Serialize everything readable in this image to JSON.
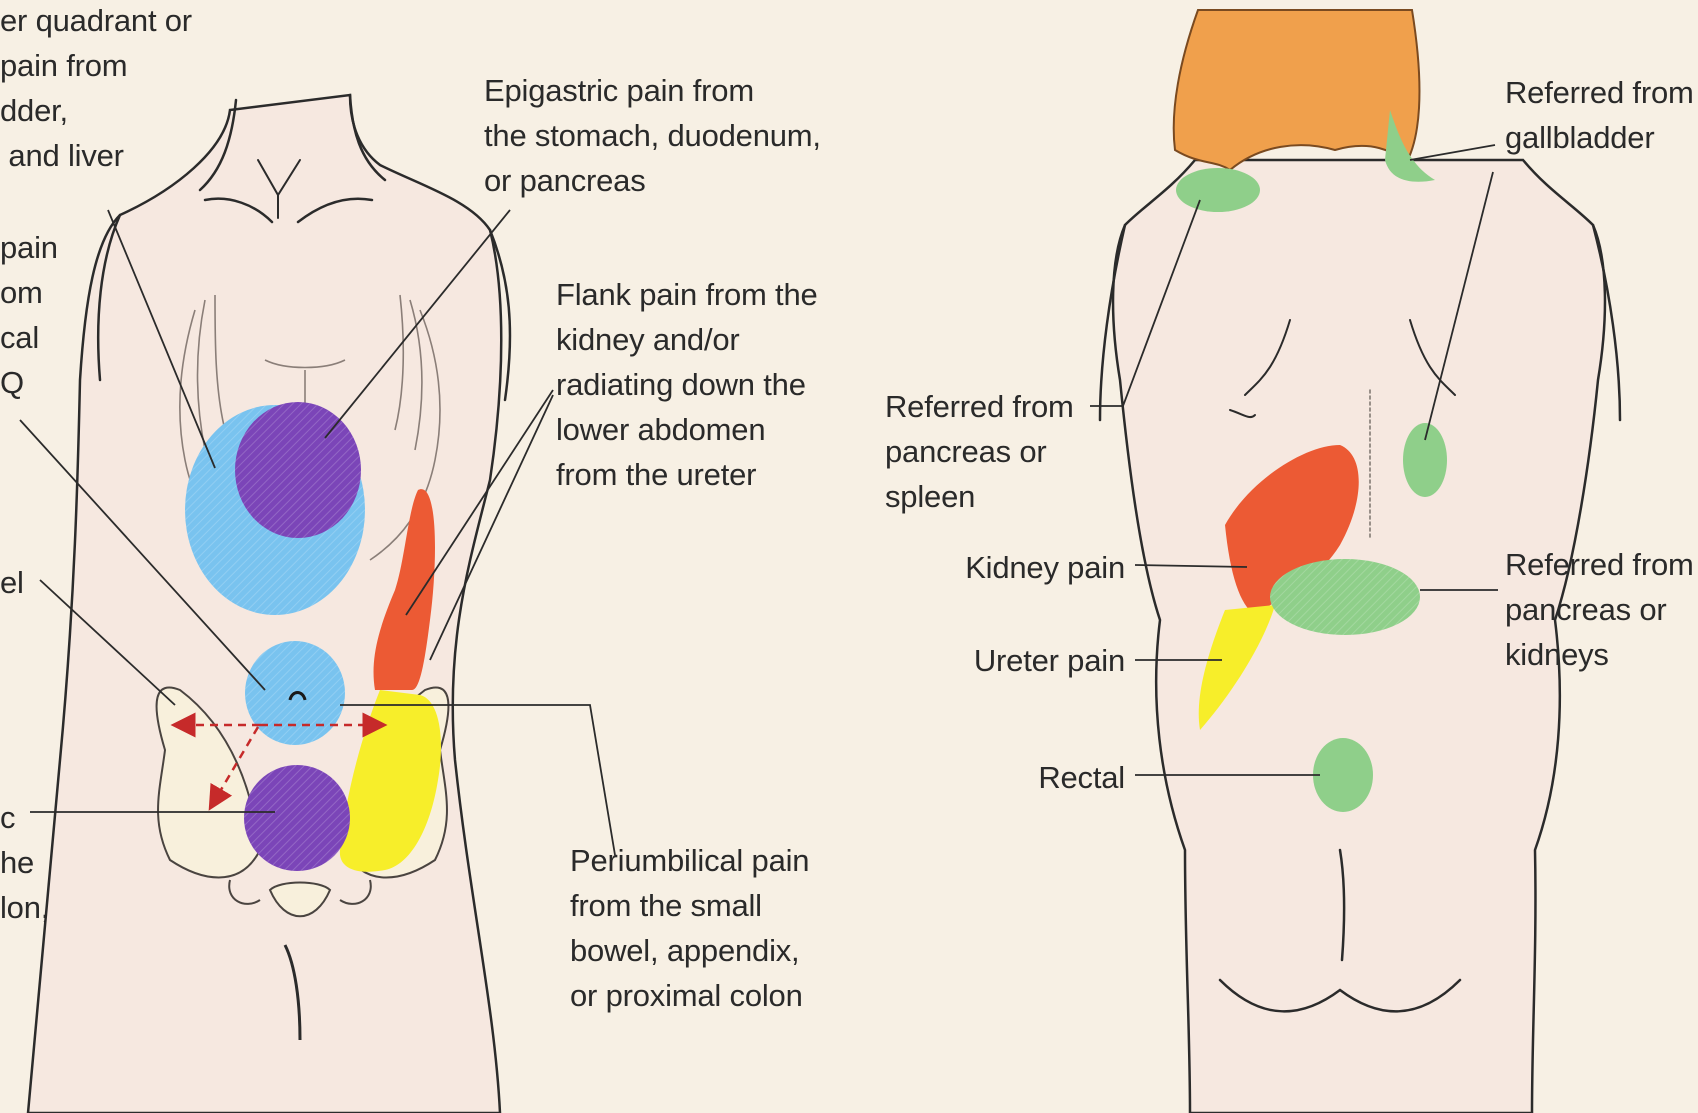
{
  "front_view": {
    "labels": {
      "ruq": "er quadrant or\npain from\ndder,\n and liver",
      "luq": "pain\nom\ncal\nQ",
      "bowel": "el",
      "pelvic": "c\nhe\nlon,",
      "epigastric": "Epigastric pain from\nthe stomach, duodenum,\nor pancreas",
      "flank": "Flank pain from the\nkidney and/or\nradiating down the\nlower abdomen\nfrom the ureter",
      "periumbilical": "Periumbilical pain\nfrom the small\nbowel, appendix,\nor proximal colon"
    }
  },
  "back_view": {
    "labels": {
      "gallbladder": "Referred from\ngallbladder",
      "pancreas_spleen": "Referred from\npancreas or\nspleen",
      "kidney_pain": "Kidney pain",
      "ureter_pain": "Ureter pain",
      "rectal": "Rectal",
      "pancreas_kidneys": "Referred from\npancreas or\nkidneys"
    }
  },
  "colors": {
    "background": "#f7f0e4",
    "skin": "#f6e8e0",
    "outline": "#2b2b2b",
    "purple": "#7b45b8",
    "blue": "#79c3ef",
    "orange": "#ec5a34",
    "yellow": "#f7ee2a",
    "green": "#8fcf8a",
    "hair": "#f0a04c",
    "arrow_red": "#c62a2a"
  }
}
